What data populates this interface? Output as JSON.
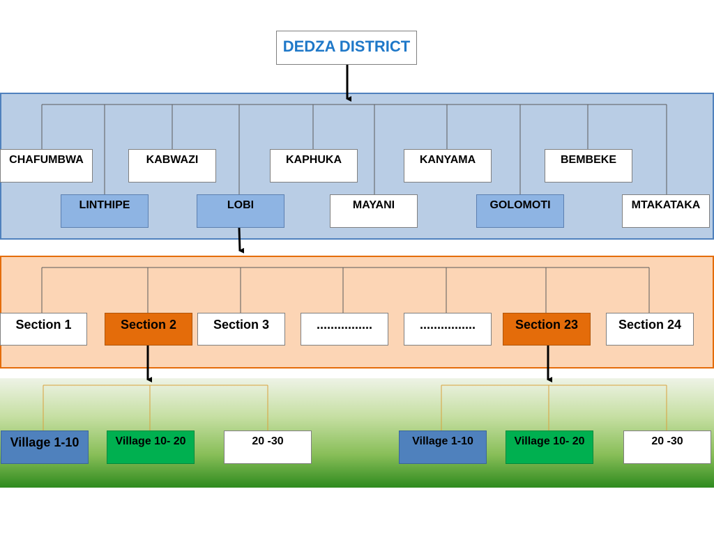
{
  "district": "DEDZA DISTRICT",
  "areas_top": [
    "CHAFUMBWA",
    "KABWAZI",
    "KAPHUKA",
    "KANYAMA",
    "BEMBEKE"
  ],
  "areas_bottom": [
    "LINTHIPE",
    "LOBI",
    "MAYANI",
    "GOLOMOTI",
    "MTAKATAKA"
  ],
  "sections": [
    "Section 1",
    "Section 2",
    "Section 3",
    "................",
    "................",
    "Section 23",
    "Section 24"
  ],
  "villages_left": [
    "Village 1-10",
    "Village 10- 20",
    "20 -30"
  ],
  "villages_right": [
    "Village 1-10",
    "Village 10- 20",
    "20 -30"
  ],
  "colors": {
    "title_text": "#1f78c8",
    "blue_band": "#b9cde5",
    "orange_band": "#fcd5b5",
    "highlight_blue": "#8eb4e3",
    "highlight_orange": "#e46c0a",
    "village_blue": "#4f81bd",
    "village_green": "#00b050"
  }
}
